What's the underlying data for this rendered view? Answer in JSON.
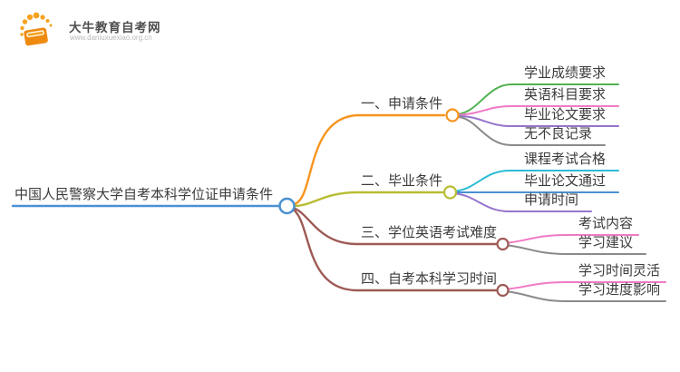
{
  "logo": {
    "title": "大牛教育自考网",
    "url": "www.daniuxuexiao.org.cn",
    "icon": "book-icon",
    "brand_color": "#f6a21f"
  },
  "mindmap": {
    "root": {
      "label": "中国人民警察大学自考本科学位证申请条件",
      "color": "#4a90d2"
    },
    "branches": [
      {
        "label": "一、申请条件",
        "color": "#f7941e",
        "children": [
          {
            "label": "学业成绩要求",
            "color": "#52b152"
          },
          {
            "label": "英语科目要求",
            "color": "#ef7ac5"
          },
          {
            "label": "毕业论文要求",
            "color": "#9575cd"
          },
          {
            "label": "无不良记录",
            "color": "#8a8a8a"
          }
        ]
      },
      {
        "label": "二、毕业条件",
        "color": "#b8bd33",
        "children": [
          {
            "label": "课程考试合格",
            "color": "#2bbcd4"
          },
          {
            "label": "毕业论文通过",
            "color": "#4a90d2"
          },
          {
            "label": "申请时间",
            "color": "#9575cd"
          }
        ]
      },
      {
        "label": "三、学位英语考试难度",
        "color": "#9e5a55",
        "children": [
          {
            "label": "考试内容",
            "color": "#ef7ac5"
          },
          {
            "label": "学习建议",
            "color": "#8a8a8a"
          }
        ]
      },
      {
        "label": "四、自考本科学习时间",
        "color": "#9e5a55",
        "children": [
          {
            "label": "学习时间灵活",
            "color": "#ef7ac5"
          },
          {
            "label": "学习进度影响",
            "color": "#8a8a8a"
          }
        ]
      }
    ]
  }
}
